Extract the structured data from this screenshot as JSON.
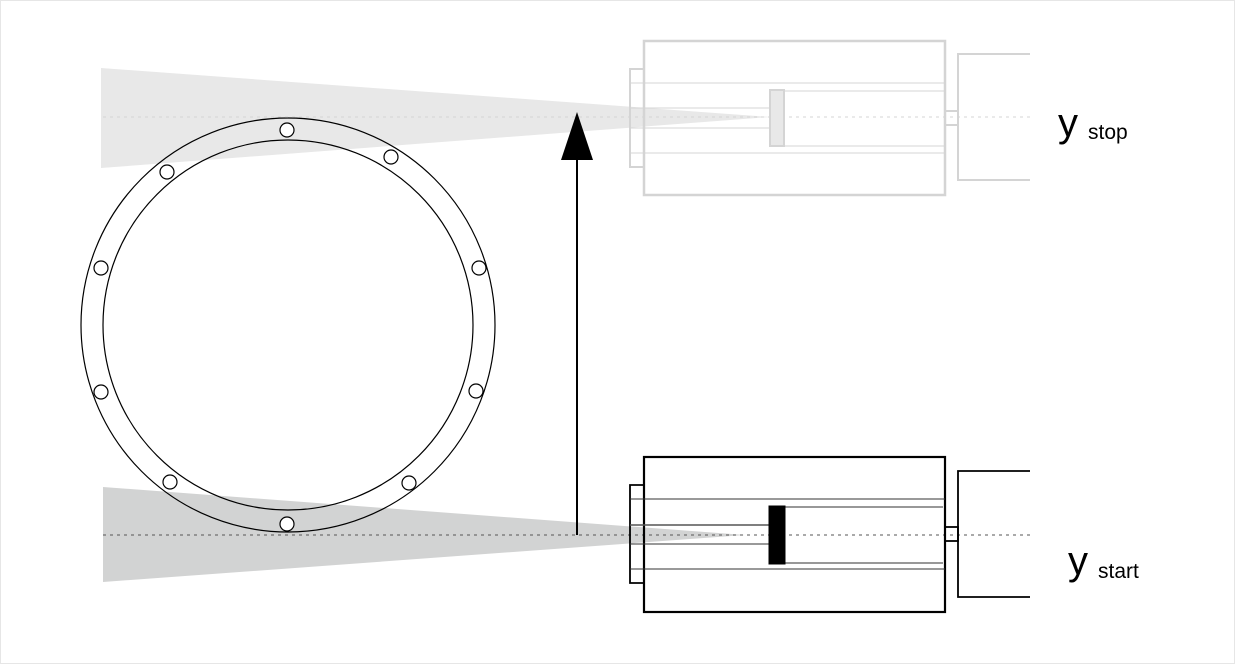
{
  "labels": {
    "stop_main": "y",
    "stop_sub": "stop",
    "start_main": "y",
    "start_sub": "start"
  },
  "colors": {
    "active": "#000000",
    "ghost": "#d4d4d4",
    "beam_active": "#d2d3d3",
    "beam_ghost": "#e8e8e8"
  }
}
